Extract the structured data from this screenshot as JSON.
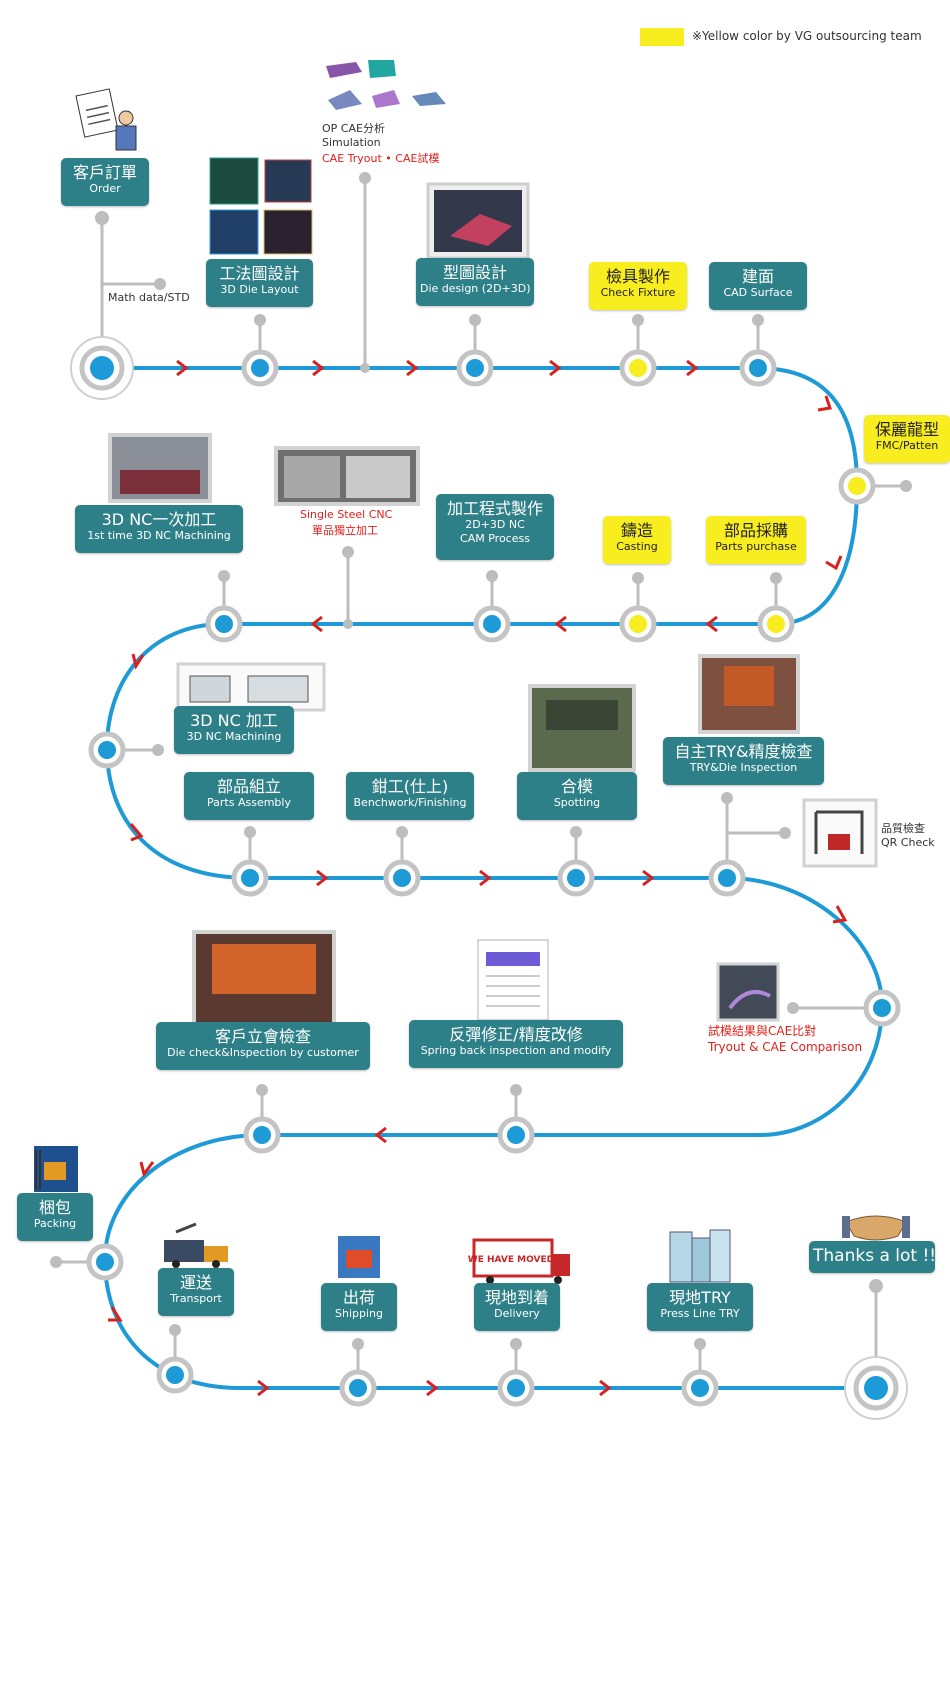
{
  "legend": {
    "swatch_color": "#f8ed1e",
    "text": "※Yellow color by VG outsourcing team"
  },
  "colors": {
    "teal": "#2e8088",
    "yellow": "#f8ed1e",
    "line": "#1e9ad6",
    "arrow": "#d9201e",
    "red_text": "#e0201a"
  },
  "steps": {
    "order": {
      "zh": "客戶訂單",
      "en": "Order"
    },
    "die_layout": {
      "zh": "工法圖設計",
      "en": "3D Die Layout"
    },
    "die_design": {
      "zh": "型圖設計",
      "en": "Die design (2D+3D)"
    },
    "check_fixture": {
      "zh": "檢具製作",
      "en": "Check Fixture"
    },
    "cad_surface": {
      "zh": "建面",
      "en": "CAD Surface"
    },
    "fmc": {
      "zh": "保麗龍型",
      "en": "FMC/Patten"
    },
    "nc_first": {
      "zh": "3D NC一次加工",
      "en": "1st time 3D NC Machining"
    },
    "cam": {
      "zh": "加工程式製作",
      "en": "2D+3D NC",
      "en2": "CAM Process"
    },
    "casting": {
      "zh": "鑄造",
      "en": "Casting"
    },
    "parts_purchase": {
      "zh": "部品採購",
      "en": "Parts purchase"
    },
    "nc_machining": {
      "zh": "3D NC 加工",
      "en": "3D NC Machining"
    },
    "parts_assembly": {
      "zh": "部品組立",
      "en": "Parts Assembly"
    },
    "benchwork": {
      "zh": "鉗工(仕上)",
      "en": "Benchwork/Finishing"
    },
    "spotting": {
      "zh": "合模",
      "en": "Spotting"
    },
    "try_inspection": {
      "zh": "自主TRY&精度檢查",
      "en": "TRY&Die Inspection"
    },
    "customer_check": {
      "zh": "客戶立會檢查",
      "en": "Die check&Inspection by customer"
    },
    "spring_back": {
      "zh": "反彈修正/精度改修",
      "en": "Spring back inspection and modify"
    },
    "packing": {
      "zh": "梱包",
      "en": "Packing"
    },
    "transport": {
      "zh": "運送",
      "en": "Transport"
    },
    "shipping": {
      "zh": "出荷",
      "en": "Shipping"
    },
    "delivery": {
      "zh": "現地到着",
      "en": "Delivery"
    },
    "press_try": {
      "zh": "現地TRY",
      "en": "Press Line TRY"
    },
    "thanks": {
      "zh": "Thanks a lot !!"
    }
  },
  "notes": {
    "math_data": "Math data/STD",
    "cae_1": "OP CAE分析",
    "cae_2": "Simulation",
    "cae_3": "CAE Tryout • CAE試模",
    "single_cnc_1": "Single Steel CNC",
    "single_cnc_2": "單品獨立加工",
    "qr_1": "品質檢查",
    "qr_2": "QR Check",
    "tryout_cae_1": "試模結果與CAE比對",
    "tryout_cae_2": "Tryout & CAE Comparison",
    "moved_sign": "WE HAVE MOVED!"
  },
  "icons": {
    "order": "order-document-icon",
    "packing": "forklift-icon",
    "transport": "truck-crane-icon",
    "shipping": "shipping-box-icon",
    "delivery": "moving-truck-icon",
    "press_try": "building-icon",
    "thanks": "handshake-icon"
  }
}
